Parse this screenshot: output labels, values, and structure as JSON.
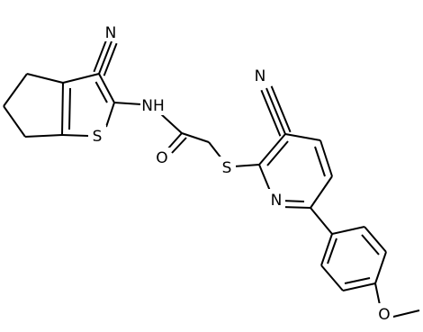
{
  "atoms": {
    "N_top_left": "N",
    "NH": "NH",
    "S_thiophene": "S",
    "O_carbonyl": "O",
    "S_thioether": "S",
    "N_top_right": "N",
    "N_pyridine": "N",
    "O_methoxy": "O"
  },
  "colors": {
    "bond": "#000000",
    "text": "#000000",
    "background": "#ffffff"
  }
}
